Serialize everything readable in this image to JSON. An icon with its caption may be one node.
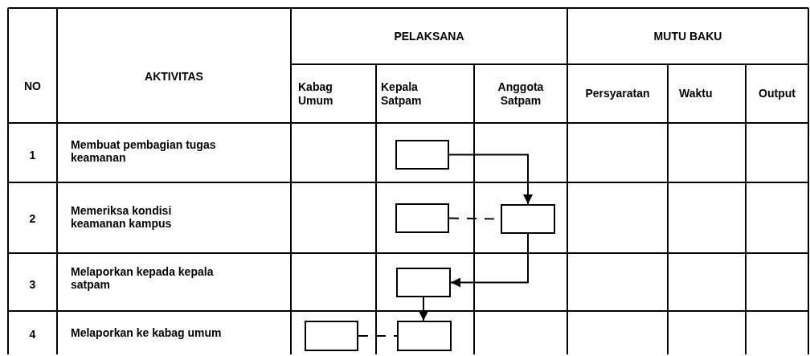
{
  "diagram": {
    "nodes": [
      {
        "text": [],
        "shape": "box"
      },
      {
        "text": [],
        "shape": "box"
      },
      {
        "text": [],
        "shape": "box"
      },
      {
        "text": [],
        "shape": "box"
      },
      {
        "text": [],
        "shape": "box"
      },
      {
        "text": [],
        "shape": "box"
      }
    ],
    "edges": [
      {
        "from": 0,
        "to": 2,
        "arrow": "to"
      },
      {
        "from": 1,
        "to": 2,
        "arrow": "none",
        "style": "dashed"
      },
      {
        "from": 2,
        "to": 3,
        "arrow": "to"
      },
      {
        "from": 3,
        "to": 5,
        "arrow": "to"
      },
      {
        "from": 4,
        "to": 5,
        "arrow": "none",
        "style": "dashed"
      }
    ],
    "labels": [
      "NO",
      "AKTIVITAS",
      "PELAKSANA",
      "MUTU BAKU",
      "Kabag Umum",
      "Kepala Satpam",
      "Anggota Satpam",
      "Persyaratan",
      "Waktu",
      "Output",
      "1",
      "Membuat pembagian tugas keamanan",
      "2",
      "Memeriksa kondisi keamanan kampus",
      "3",
      "Melaporkan kepada kepala satpam",
      "4",
      "Melaporkan ke kabag umum"
    ]
  }
}
